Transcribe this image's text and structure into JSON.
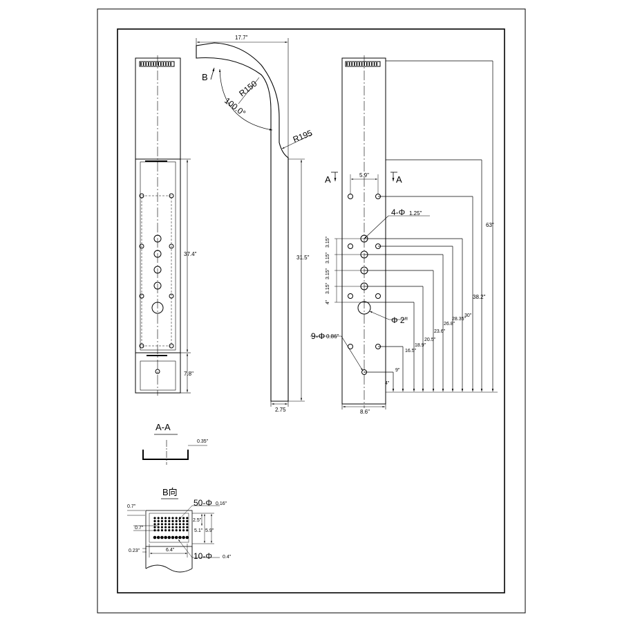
{
  "front_view": {
    "dim_upper_panel": "37.4\"",
    "dim_lower_panel": "7.8\""
  },
  "side_view": {
    "dim_top_width": "17.7\"",
    "label_view_b": "B",
    "radius_upper": "R150",
    "angle": "100.0°",
    "radius_lower": "R195",
    "dim_panel_height": "31.5\"",
    "dim_thickness": "2.75"
  },
  "right_view": {
    "section_label_left": "A",
    "section_label_right": "A",
    "dim_hole_spacing": "5.9\"",
    "callout_holes_1": "4-Φ",
    "callout_holes_1_size": "1.25\"",
    "callout_center": "Φ 2\"",
    "callout_holes_2": "9-Φ",
    "callout_holes_2_size": "0.86\"",
    "spacing_labels": [
      "3.15\"",
      "3.15\"",
      "3.15\"",
      "3.15\"",
      "4\""
    ],
    "height_labels": [
      "4\"",
      "9\"",
      "16.5\"",
      "18.9\"",
      "20.5\"",
      "23.6\"",
      "26.8\"",
      "28.35\"",
      "30\"",
      "38.2\"",
      "63\""
    ],
    "dim_width": "8.6\""
  },
  "section_aa": {
    "title": "A-A",
    "dim_thickness": "0.35\""
  },
  "view_b": {
    "title": "B向",
    "callout_small_holes": "50-Φ",
    "callout_small_holes_size": "0.16\"",
    "callout_large_holes": "10-Φ",
    "callout_large_holes_size": "0.4\"",
    "dim_top_offset": "0.7\"",
    "dim_inner_offset": "0.7\"",
    "dim_bottom_offset": "0.23\"",
    "dim_grid_width": "6.4\"",
    "dim_height_1": "2.5\"",
    "dim_height_2": "5.1\"",
    "dim_height_3": "5.9\""
  }
}
